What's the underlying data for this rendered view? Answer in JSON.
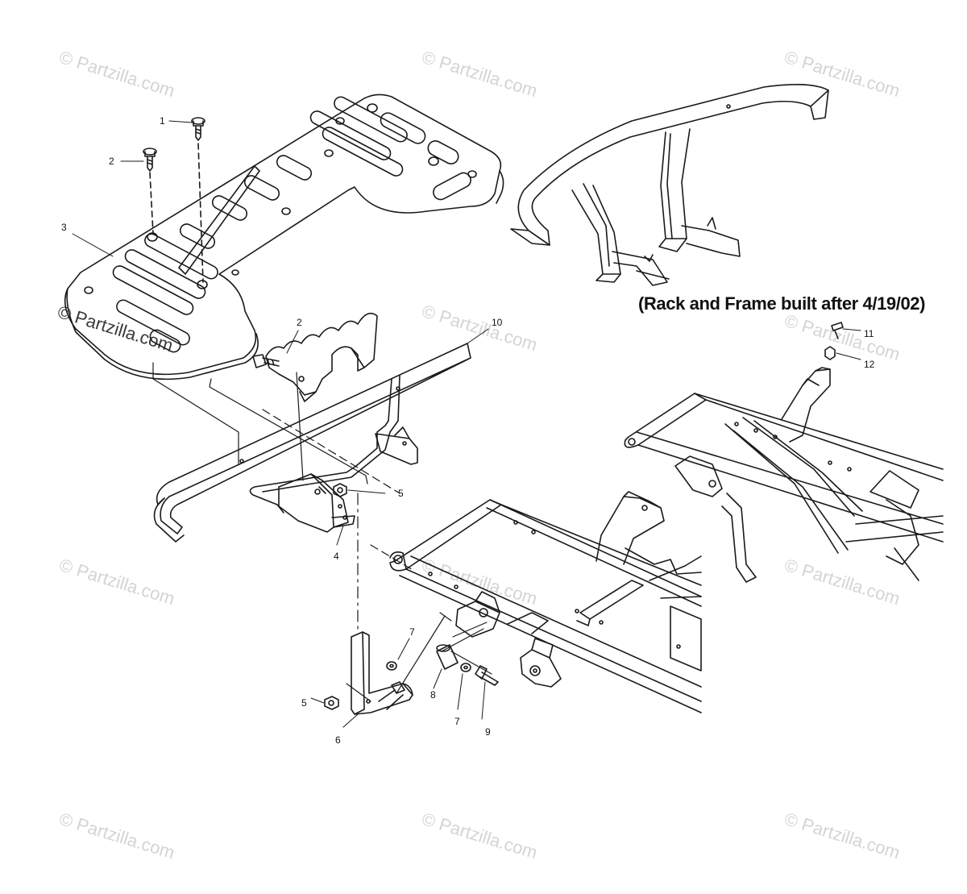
{
  "note": "(Rack and Frame built after 4/19/02)",
  "watermark": "© Partzilla.com",
  "callouts": [
    "1",
    "2",
    "3",
    "2",
    "10",
    "5",
    "4",
    "7",
    "5",
    "8",
    "7",
    "9",
    "6",
    "11",
    "12"
  ],
  "line_color": "#1a1a1a",
  "watermark_color": "#d4d4d4"
}
